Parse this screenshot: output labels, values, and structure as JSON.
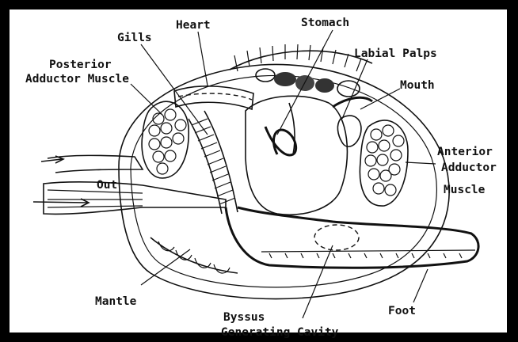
{
  "diagram": {
    "labels": {
      "heart": "Heart",
      "stomach": "Stomach",
      "gills": "Gills",
      "labial_palps": "Labial Palps",
      "posterior_1": "Posterior",
      "posterior_2": "Adductor Muscle",
      "mouth": "Mouth",
      "anterior_1": "Anterior",
      "anterior_2": "Adductor",
      "anterior_3": "Muscle",
      "out": "Out",
      "mantle": "Mantle",
      "foot": "Foot",
      "byssus_1": "Byssus",
      "byssus_2": "Generating Cavity"
    }
  }
}
